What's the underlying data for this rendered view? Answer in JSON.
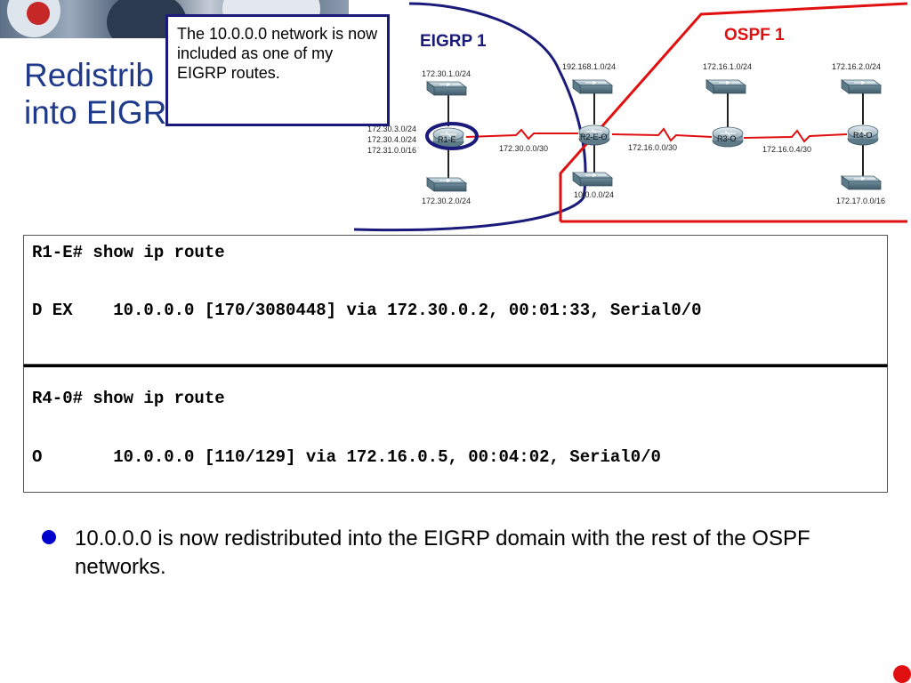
{
  "slide": {
    "title_line1": "Redistrib",
    "title_line2": "into EIGRI",
    "callout_text": "The 10.0.0.0 network is now included as one of my EIGRP routes.",
    "bullet": "10.0.0.0 is now redistributed into the EIGRP domain with the rest of the OSPF networks.",
    "bullet_color": "#0000cc",
    "corner_dot_color": "#e01010"
  },
  "diagram": {
    "domains": {
      "eigrp": {
        "label": "EIGRP 1",
        "color": "#1a1a7a"
      },
      "ospf": {
        "label": "OSPF 1",
        "color": "#e01010"
      }
    },
    "routers": {
      "r1": "R1-E",
      "r2": "R2-E-O",
      "r3": "R3-O",
      "r4": "R4-O"
    },
    "networks": {
      "r1_top": "172.30.1.0/24",
      "r1_bottom": "172.30.2.0/24",
      "r1_loopbacks": [
        "172.30.3.0/24",
        "172.30.4.0/24",
        "172.31.0.0/16"
      ],
      "r2_top": "192.168.1.0/24",
      "r2_bottom": "10.0.0.0/24",
      "r3_top": "172.16.1.0/24",
      "r4_top": "172.16.2.0/24",
      "r4_bottom": "172.17.0.0/16"
    },
    "links": {
      "r1_r2": "172.30.0.0/30",
      "r2_r3": "172.16.0.0/30",
      "r3_r4": "172.16.0.4/30"
    },
    "serial_link_color": "#e01010"
  },
  "routes": {
    "r1": {
      "command": "R1-E# show ip route",
      "entry": "D EX    10.0.0.0 [170/3080448] via 172.30.0.2, 00:01:33, Serial0/0"
    },
    "r4": {
      "command": "R4-0# show ip route",
      "entry": "O       10.0.0.0 [110/129] via 172.16.0.5, 00:04:02, Serial0/0"
    }
  }
}
